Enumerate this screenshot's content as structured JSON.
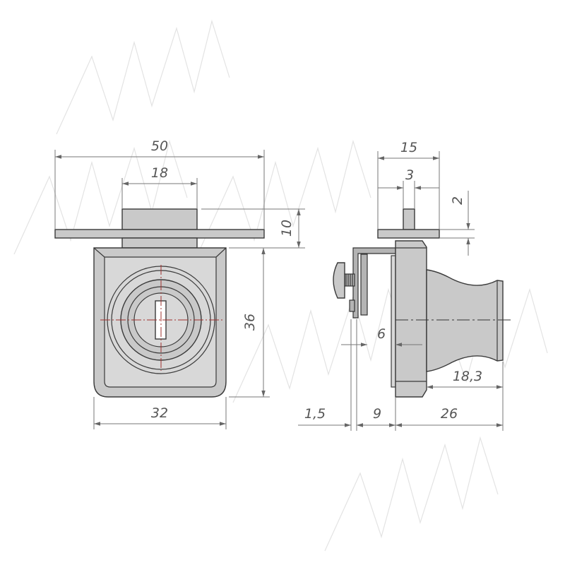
{
  "drawing": {
    "front_view": {
      "dims": {
        "width_flange": "50",
        "width_body_top": "18",
        "height_top": "10",
        "height_body": "36",
        "width_body": "32"
      }
    },
    "side_view": {
      "dims": {
        "width_top": "15",
        "width_stem": "3",
        "height_stem": "2",
        "depth_inner": "6",
        "knob_length": "18,3",
        "plate_thickness": "1,5",
        "bracket_depth": "9",
        "knob_depth": "26"
      }
    },
    "colors": {
      "part_fill": "#c9c9c9",
      "outline": "#3a3a3a",
      "dimension_line": "#777777",
      "center_line_red": "#a0312e"
    }
  }
}
